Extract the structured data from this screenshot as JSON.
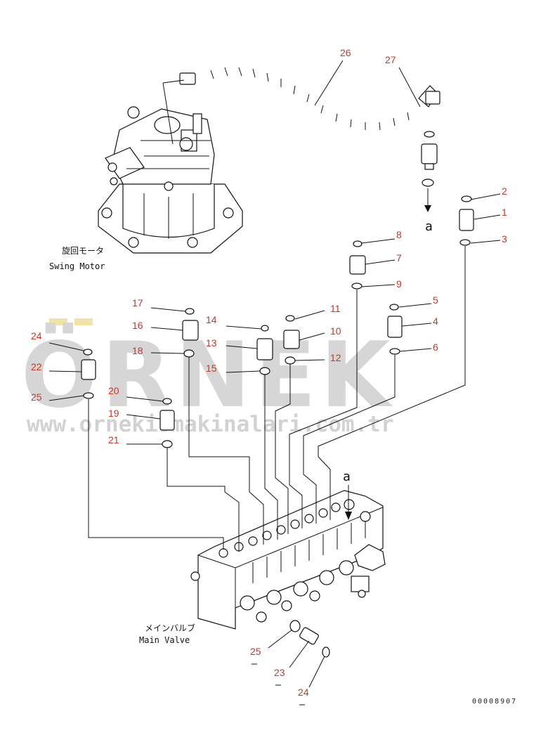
{
  "labels": {
    "swing_motor_jp": "旋回モータ",
    "swing_motor_en": "Swing Motor",
    "main_valve_jp": "メインバルブ",
    "main_valve_en": "Main Valve",
    "view_a_top": "a",
    "view_a_bottom": "a",
    "ref_number": "00008907"
  },
  "watermark": {
    "brand": "ÖRNEK",
    "url": "www.ornekismakinalari.com.tr"
  },
  "callouts": [
    "1",
    "2",
    "3",
    "4",
    "5",
    "6",
    "7",
    "8",
    "9",
    "10",
    "11",
    "12",
    "13",
    "14",
    "15",
    "16",
    "17",
    "18",
    "19",
    "20",
    "21",
    "22",
    "23",
    "24",
    "25",
    "26",
    "27",
    "24",
    "25"
  ],
  "colors": {
    "callout": "#c0392b",
    "line": "#111111",
    "watermark": "#d6d6d6",
    "watermark_accent": "#f3e3a8"
  }
}
